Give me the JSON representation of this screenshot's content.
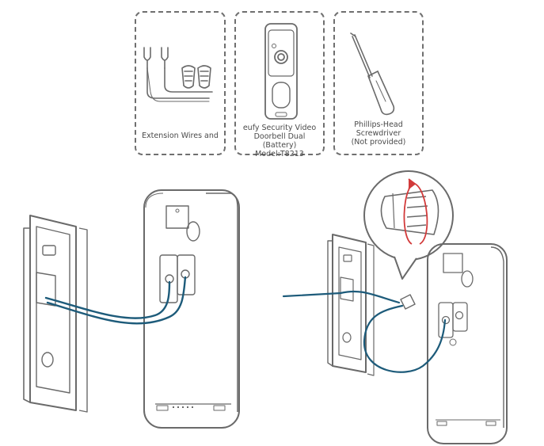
{
  "items": [
    {
      "label": "Extension Wires and",
      "icon": "extension-wires-icon"
    },
    {
      "label_lines": [
        "eufy Security Video",
        "Doorbell Dual (Battery)",
        "Model:T8213"
      ],
      "icon": "doorbell-icon"
    },
    {
      "label_lines": [
        "Phillips-Head",
        "Screwdriver",
        "(Not provided)"
      ],
      "icon": "screwdriver-icon"
    }
  ],
  "colors": {
    "outline": "#6a6a6a",
    "wire": "#1d5b7a",
    "accent_red": "#d23a3a",
    "card_border": "#6f6f6f"
  }
}
